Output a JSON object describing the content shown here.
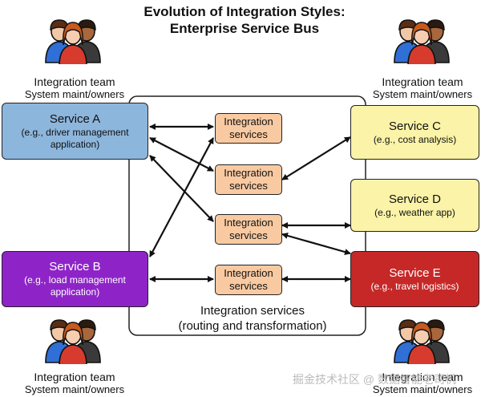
{
  "title_lines": [
    "Evolution of Integration Styles:",
    "Enterprise Service Bus"
  ],
  "services": {
    "a": {
      "name": "Service A",
      "sub1": "(e.g., driver management",
      "sub2": "application)",
      "color": "#8db6dc"
    },
    "b": {
      "name": "Service B",
      "sub1": "(e.g., load management",
      "sub2": "application)",
      "color": "#8e24c8"
    },
    "c": {
      "name": "Service C",
      "sub1": "(e.g., cost analysis)",
      "color": "#faf3a8"
    },
    "d": {
      "name": "Service D",
      "sub1": "(e.g., weather app)",
      "color": "#faf3a8"
    },
    "e": {
      "name": "Service E",
      "sub1": "(e.g., travel logistics)",
      "color": "#c62828"
    }
  },
  "integration_boxes": [
    {
      "line1": "Integration",
      "line2": "services"
    },
    {
      "line1": "Integration",
      "line2": "services"
    },
    {
      "line1": "Integration",
      "line2": "services"
    },
    {
      "line1": "Integration",
      "line2": "services"
    }
  ],
  "teams": {
    "tl": {
      "line1": "Integration team",
      "line2": "System maint/owners"
    },
    "tr": {
      "line1": "Integration team",
      "line2": "System maint/owners"
    },
    "bl": {
      "line1": "Integration team",
      "line2": "System maint/owners"
    },
    "br": {
      "line1": "Integration team",
      "line2": "System maint/owners"
    }
  },
  "bus_label": {
    "line1": "Integration services",
    "line2": "(routing and transformation)"
  },
  "icons": [
    "people-group-icon"
  ],
  "watermark": "掘金技术社区 @ 数据智能老司机"
}
